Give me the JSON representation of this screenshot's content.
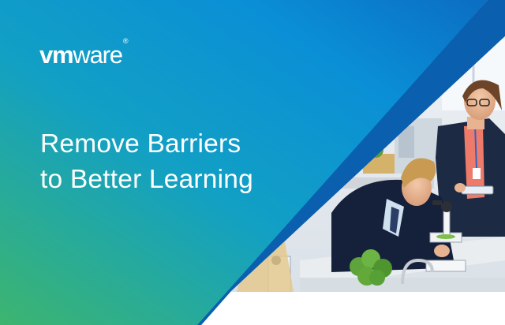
{
  "brand": {
    "logo_vm": "vm",
    "logo_ware": "ware",
    "logo_mark": "®"
  },
  "headline": {
    "line1": "Remove Barriers",
    "line2": "to Better Learning"
  },
  "photo": {
    "scene": "classroom-science-lab"
  },
  "colors": {
    "gradient_start": "#36b37e",
    "gradient_mid": "#0a9fd8",
    "gradient_end": "#0b6fc0",
    "text": "#ffffff",
    "background": "#ffffff"
  }
}
